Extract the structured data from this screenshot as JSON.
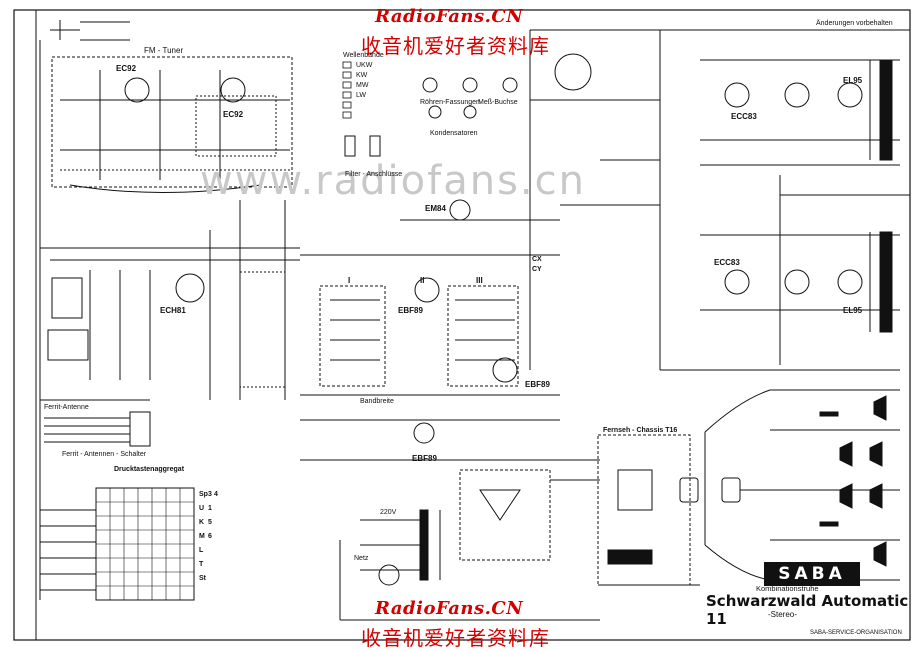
{
  "watermark": {
    "top_en": "RadioFans.CN",
    "top_cn": "收音机爱好者资料库",
    "bottom_en": "RadioFans.CN",
    "bottom_cn": "收音机爱好者资料库",
    "center_faint": "www.radiofans.cn"
  },
  "title_block": {
    "brand": "SABA",
    "subtitle": "Kombinationstruhe",
    "model": "Schwarzwald Automatic 11",
    "variant": "-Stereo-",
    "organisation": "SABA-SERVICE-ORGANISATION"
  },
  "sections": {
    "fm_tuner": "FM - Tuner",
    "ferrit_schalter": "Ferrit - Antennen - Schalter",
    "drucktasten": "Drucktastenaggregat",
    "fernseh_chassis": "Fernseh - Chassis T16",
    "filter_anschluesse": "Filter - Anschlüsse",
    "roehren_fassungen": "Röhren-Fassungen",
    "messbuchse": "Meß-Buchse",
    "kondensatoren": "Kondensatoren",
    "wellenbaende": "Wellenbände",
    "aenderungen": "Änderungen vorbehalten"
  },
  "tubes": [
    {
      "id": "ec92-a",
      "label": "EC92"
    },
    {
      "id": "ec92-b",
      "label": "EC92"
    },
    {
      "id": "ech81",
      "label": "ECH81"
    },
    {
      "id": "ebf89-a",
      "label": "EBF89"
    },
    {
      "id": "ebf89-b",
      "label": "EBF89"
    },
    {
      "id": "ebf89-c",
      "label": "EBF89"
    },
    {
      "id": "em84",
      "label": "EM84"
    },
    {
      "id": "ecc83-a",
      "label": "ECC83"
    },
    {
      "id": "ecc83-b",
      "label": "ECC83"
    },
    {
      "id": "el95-a",
      "label": "EL95"
    },
    {
      "id": "el95-b",
      "label": "EL95"
    }
  ],
  "pushbutton_rows": [
    "Sp",
    "U",
    "K",
    "M",
    "L",
    "T",
    "St"
  ],
  "pushbutton_cols": [
    "3",
    "4",
    "1",
    "5",
    "6"
  ],
  "filter_labels": [
    "I",
    "II",
    "III"
  ],
  "band_labels": [
    "UKW",
    "KW",
    "MW",
    "LW"
  ],
  "misc_labels": {
    "ferrit_antenne": "Ferrit-Antenne",
    "bandbreite": "Bandbreite",
    "netz": "Netz",
    "volt_220": "220V",
    "cy": "CY",
    "cx": "CX"
  },
  "colors": {
    "ink": "#111111",
    "paper": "#ffffff",
    "watermark": "#d40000"
  }
}
